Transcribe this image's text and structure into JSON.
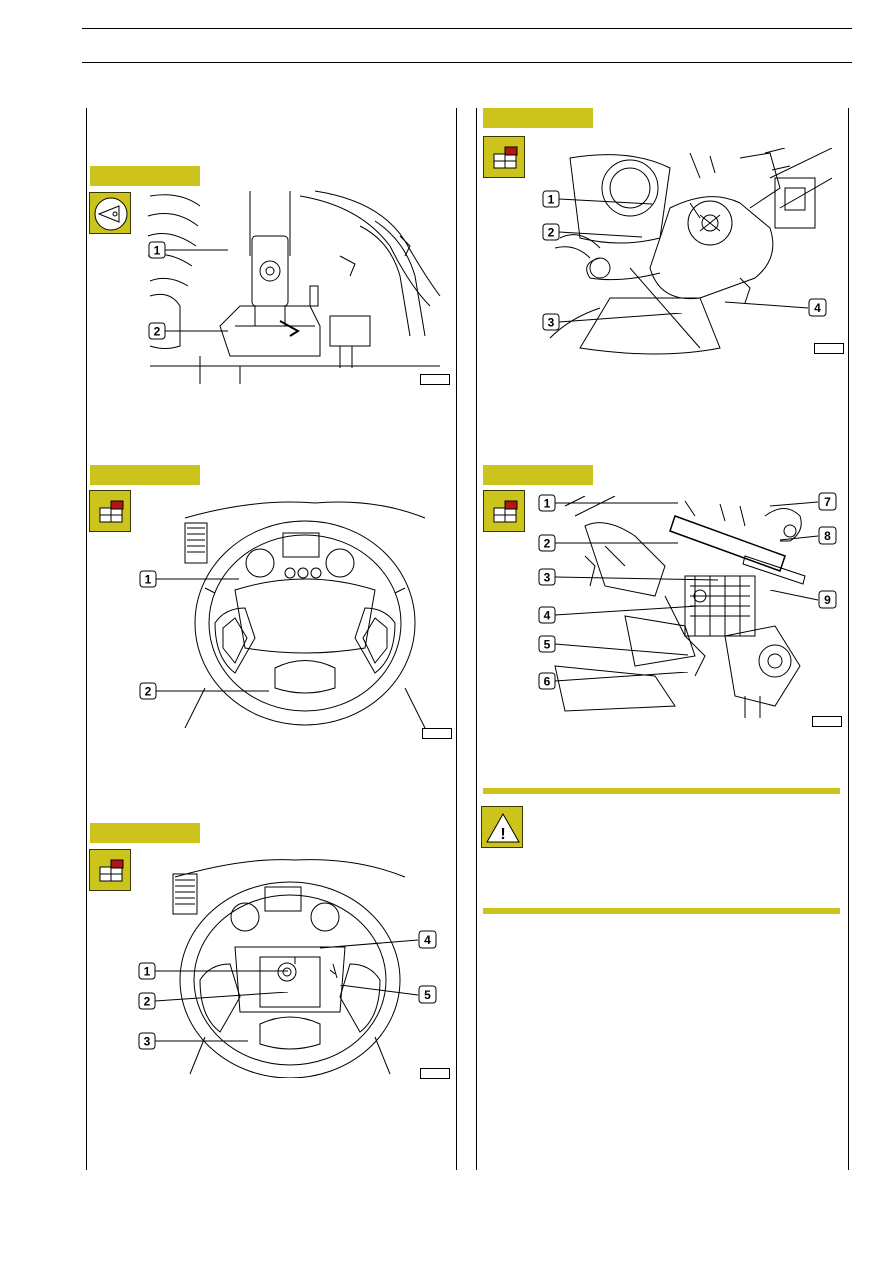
{
  "page": {
    "header": "",
    "footer": ""
  },
  "figures": [
    {
      "id": "fig-column-lower",
      "icon": "view-eye-icon",
      "callouts": [
        "1",
        "2"
      ]
    },
    {
      "id": "fig-wheel-airbag",
      "icon": "removal-diagram-icon",
      "callouts": [
        "1",
        "2"
      ]
    },
    {
      "id": "fig-wheel-hub",
      "icon": "removal-diagram-icon",
      "callouts": [
        "1",
        "2",
        "3",
        "4",
        "5"
      ]
    },
    {
      "id": "fig-column-switches",
      "icon": "removal-diagram-icon",
      "callouts": [
        "1",
        "2",
        "3",
        "4"
      ]
    },
    {
      "id": "fig-column-connectors",
      "icon": "removal-diagram-icon",
      "callouts": [
        "1",
        "2",
        "3",
        "4",
        "5",
        "6",
        "7",
        "8",
        "9"
      ]
    }
  ],
  "warning": {
    "icon": "warning-triangle-icon",
    "symbol": "!"
  },
  "colors": {
    "accent": "#cdc31d",
    "icon_red": "#b01818"
  }
}
